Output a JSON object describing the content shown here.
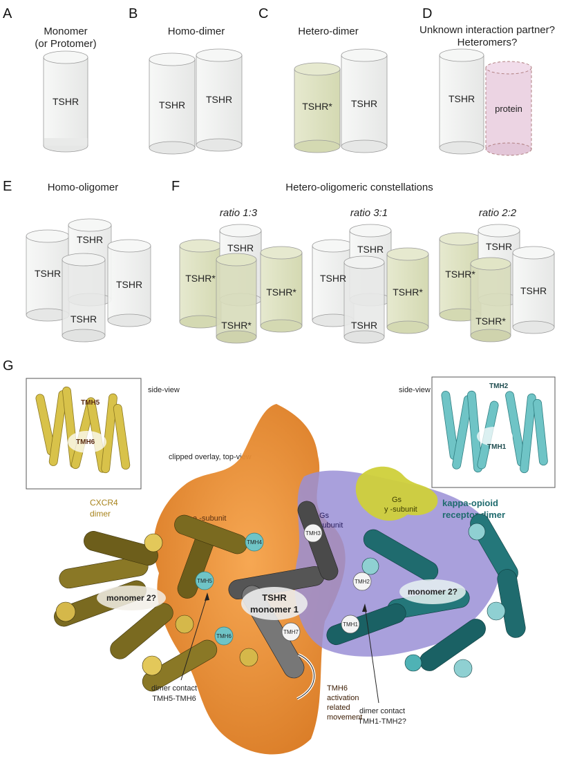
{
  "panels": {
    "A": {
      "letter": "A",
      "title_line1": "Monomer",
      "title_line2": "(or Protomer)",
      "cyl": "TSHR"
    },
    "B": {
      "letter": "B",
      "title": "Homo-dimer",
      "cyl1": "TSHR",
      "cyl2": "TSHR"
    },
    "C": {
      "letter": "C",
      "title": "Hetero-dimer",
      "cyl1": "TSHR*",
      "cyl2": "TSHR"
    },
    "D": {
      "letter": "D",
      "title_line1": "Unknown interaction partner?",
      "title_line2": "Heteromers?",
      "cyl1": "TSHR",
      "cyl2": "protein"
    },
    "E": {
      "letter": "E",
      "title": "Homo-oligomer",
      "cyls": [
        "TSHR",
        "TSHR",
        "TSHR",
        "TSHR"
      ]
    },
    "F": {
      "letter": "F",
      "title": "Hetero-oligomeric constellations",
      "groups": [
        {
          "ratio": "ratio 1:3",
          "cyls": [
            "TSHR*",
            "TSHR",
            "TSHR*",
            "TSHR*"
          ]
        },
        {
          "ratio": "ratio 3:1",
          "cyls": [
            "TSHR",
            "TSHR",
            "TSHR*",
            "TSHR"
          ]
        },
        {
          "ratio": "ratio 2:2",
          "cyls": [
            "TSHR*",
            "TSHR",
            "TSHR",
            "TSHR*"
          ]
        }
      ]
    },
    "G": {
      "letter": "G",
      "side_view_left": "side-view",
      "side_view_right": "side-view",
      "inset_left": {
        "tmh5": "TMH5",
        "tmh6": "TMH6"
      },
      "inset_right": {
        "tmh2": "TMH2",
        "tmh1": "TMH1"
      },
      "clipped": "clipped overlay, top-view",
      "cxcr4_1": "CXCR4",
      "cxcr4_2": "dimer",
      "gs_a": "Gs a -subunit",
      "gs_b1": "Gs",
      "gs_b2": "b -subunit",
      "gs_g1": "Gs",
      "gs_g2": "y -subunit",
      "kappa1": "kappa-opioid",
      "kappa2": "receptor dimer",
      "monomer_left": "monomer 2?",
      "monomer_right": "monomer 2?",
      "tshr1": "TSHR",
      "tshr2": "monomer 1",
      "tmh_labels": {
        "tmh1": "TMH1",
        "tmh2": "TMH2",
        "tmh3": "TMH3",
        "tmh4": "TMH4",
        "tmh5": "TMH5",
        "tmh6": "TMH6",
        "tmh7": "TMH7"
      },
      "contact_left_1": "dimer contact",
      "contact_left_2": "TMH5-TMH6",
      "contact_right_1": "dimer contact",
      "contact_right_2": "TMH1-TMH2?",
      "movement_1": "TMH6",
      "movement_2": "activation",
      "movement_3": "related",
      "movement_4": "movement"
    }
  },
  "colors": {
    "grey_cylinder": "#eff0ef",
    "olive_cylinder": "#dfe3c3",
    "pink_cylinder": "#ecd4e3",
    "gs_alpha": "#e8892c",
    "gs_beta": "#9a8fd6",
    "gs_gamma": "#cfd03a",
    "cxcr4": "#7a6a20",
    "kappa": "#1f6b6e",
    "tshr": "#555555"
  }
}
